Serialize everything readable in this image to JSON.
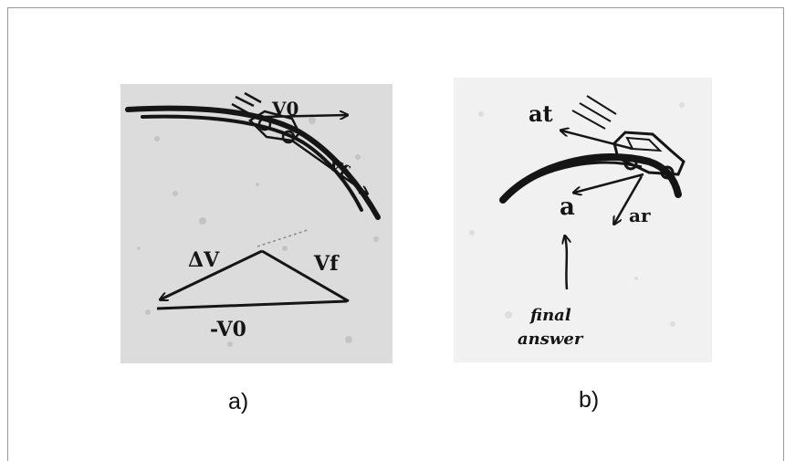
{
  "figure": {
    "panel_a": {
      "caption": "a)",
      "labels": {
        "v0": "V0",
        "vf": "Vf",
        "delta_v": "ΔV",
        "vf_triangle": "Vf",
        "minus_v0": "-V0"
      }
    },
    "panel_b": {
      "caption": "b)",
      "labels": {
        "a_t": "at",
        "a_r": "ar",
        "a": "a",
        "final_line1": "final",
        "final_line2": "answer"
      }
    },
    "colors": {
      "ink": "#151515",
      "paper_a": "#dcdcdc",
      "paper_b": "#f1f1f1",
      "frame": "#9a9a9a"
    }
  }
}
